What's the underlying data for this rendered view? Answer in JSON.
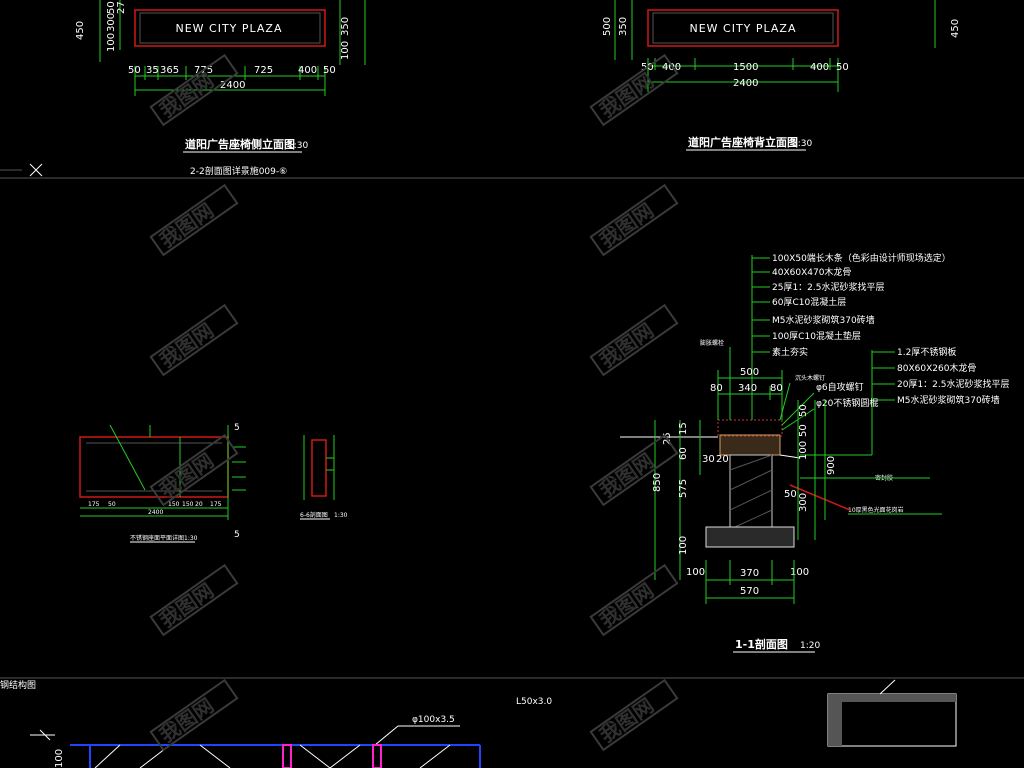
{
  "sign_a": {
    "name": "NEW CITY PLAZA",
    "left_dims": [
      "100",
      "300",
      "50",
      "27"
    ],
    "left_outer": "450",
    "right_dims": [
      "350",
      "100"
    ],
    "bottom_dims": [
      "50",
      "35",
      "365",
      "775",
      "725",
      "400",
      "50"
    ],
    "total": "2400",
    "title": "道阳广告座椅侧立面图",
    "scale": "1:30",
    "subtitle": "2-2剖面图详景施009-⑥"
  },
  "sign_b": {
    "name": "NEW CITY PLAZA",
    "left_dims": [
      "500",
      "350"
    ],
    "right_dim": "450",
    "bottom_dims": [
      "50",
      "400",
      "1500",
      "400",
      "50"
    ],
    "total": "2400",
    "title": "道阳广告座椅背立面图",
    "scale": "1:30"
  },
  "section": {
    "left_layers": [
      "100X50端长木条（色彩由设计师现场选定）",
      "40X60X470木龙骨",
      "25厚1：2.5水泥砂浆找平层",
      "60厚C10混凝土层",
      "M5水泥砂浆砌筑370砖墙",
      "100厚C10混凝土垫层",
      "素土夯实"
    ],
    "right_layers": [
      "1.2厚不锈钢板",
      "80X60X260木龙骨",
      "20厚1：2.5水泥砂浆找平层",
      "M5水泥砂浆砌筑370砖墙"
    ],
    "callouts": [
      "膨胀螺栓",
      "沉头木螺钉",
      "φ6自攻螺钉",
      "φ20不锈钢圆棍",
      "密封胶",
      "10厚黑色光面花岗岩"
    ],
    "top_dims": [
      "500",
      "80",
      "340",
      "80"
    ],
    "left_dims": [
      "25",
      "15",
      "60",
      "30",
      "20",
      "850",
      "575",
      "100",
      "100"
    ],
    "right_dims": [
      "50",
      "50",
      "100",
      "900",
      "50",
      "300",
      "100"
    ],
    "bottom_dims": [
      "370",
      "570"
    ],
    "title": "1-1剖面图",
    "scale": "1:20"
  },
  "plan": {
    "dims": [
      "175",
      "50",
      "2400",
      "150",
      "150",
      "20",
      "175"
    ],
    "side_dims": [
      "5",
      "5"
    ],
    "title": "不锈钢座面平面详图",
    "scale": "1:30"
  },
  "mini": {
    "title": "6-6剖面图",
    "scale": "1:30"
  },
  "bottom": {
    "left_label": "钢结构图",
    "angle_label": "L50x3.0",
    "tube_label": "φ100x3.5",
    "left_dim": "100"
  },
  "watermark": "我图网",
  "colors": {
    "dim_line": "#22cc22",
    "object": "#d01818",
    "text": "#ffffff",
    "background": "#000000"
  }
}
